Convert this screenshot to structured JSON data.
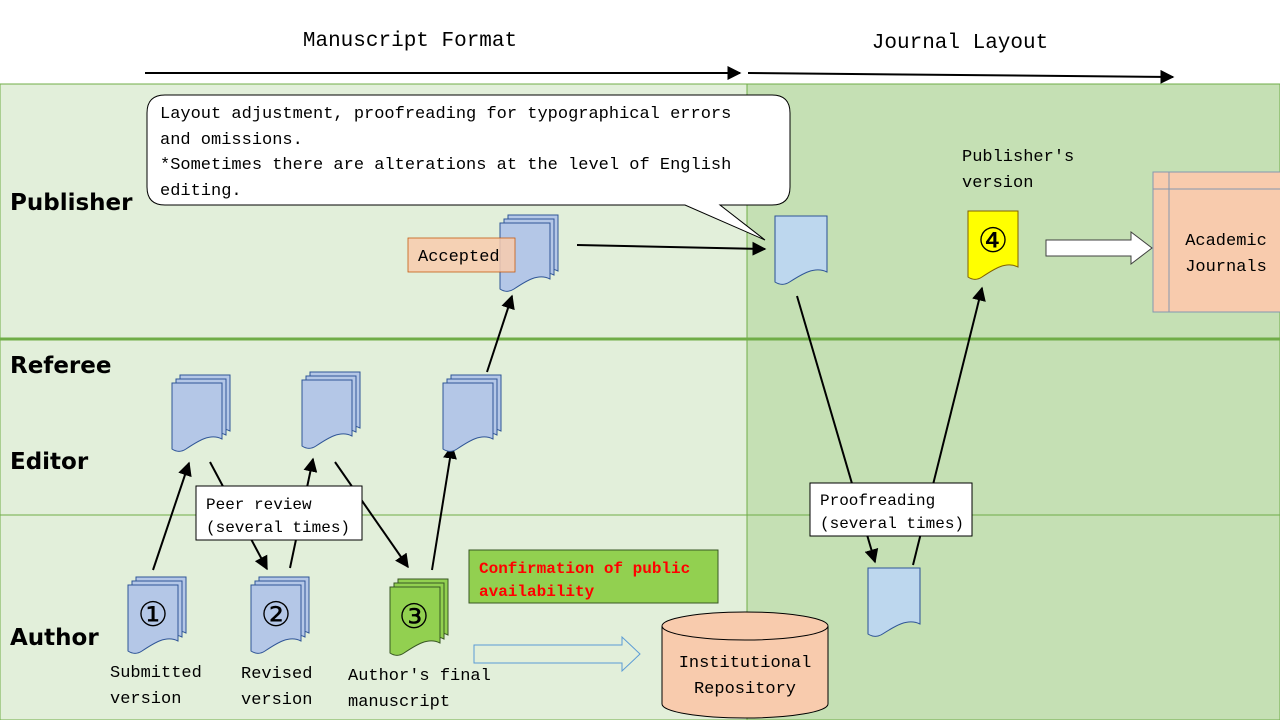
{
  "header": {
    "phase_manuscript": "Manuscript Format",
    "phase_journal": "Journal Layout"
  },
  "rows": {
    "publisher": "Publisher",
    "referee": "Referee",
    "editor": "Editor",
    "author": "Author"
  },
  "callout": {
    "lines": [
      "Layout adjustment, proofreading for typographical errors",
      "and omissions.",
      "*Sometimes there are alterations at the level of English",
      "editing."
    ]
  },
  "labels": {
    "accepted": "Accepted",
    "peer_review": [
      "Peer review",
      "(several times)"
    ],
    "proofreading": [
      "Proofreading",
      "(several times)"
    ],
    "confirmation": [
      "Confirmation of public",
      "availability"
    ],
    "repository": [
      "Institutional",
      "Repository"
    ],
    "journals": [
      "Academic",
      "Journals"
    ],
    "publishers_version": [
      "Publisher's",
      "version"
    ],
    "submitted": [
      "Submitted",
      "version"
    ],
    "revised": [
      "Revised",
      "version"
    ],
    "final": [
      "Author's final",
      "manuscript"
    ]
  },
  "markers": {
    "submitted": "①",
    "revised": "②",
    "final": "③",
    "publisher": "④"
  },
  "colors": {
    "left_bg": "#e2efda",
    "right_bg": "#c5e0b4",
    "doc_blue": "#b4c7e7",
    "doc_lightblue": "#bdd7ee",
    "doc_green": "#92d050",
    "doc_yellow": "#ffff00",
    "peach": "#f8cbad",
    "confirm_text": "#ff0000"
  }
}
